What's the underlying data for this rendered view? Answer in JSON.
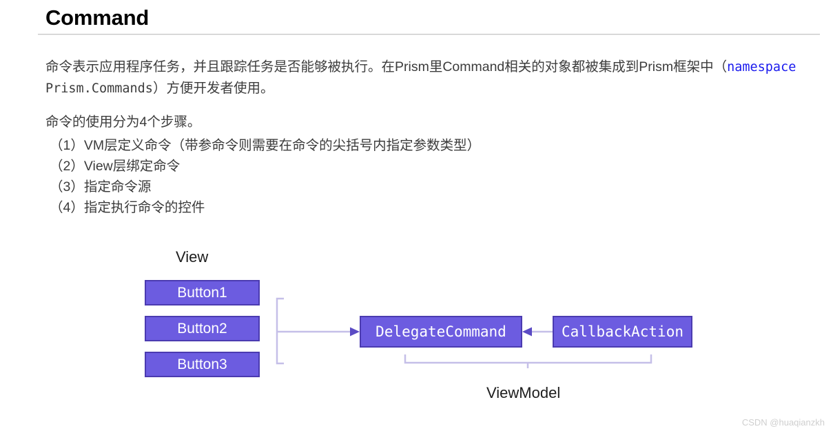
{
  "header": {
    "title": "Command"
  },
  "intro": {
    "line1_a": "命令表示应用程序任务，并且跟踪任务是否能够被执行。在Prism里Command相关的对象都被集成到Prism框架中（",
    "keyword": "namespace",
    "line1_b": " Prism.Commands",
    "line1_c": "）方便开发者使用。"
  },
  "steps": {
    "intro": "命令的使用分为4个步骤。",
    "items": [
      "（1）VM层定义命令（带参命令则需要在命令的尖括号内指定参数类型）",
      "（2）View层绑定命令",
      "（3）指定命令源",
      "（4）指定执行命令的控件"
    ]
  },
  "diagram": {
    "view_label": "View",
    "viewmodel_label": "ViewModel",
    "buttons": [
      "Button1",
      "Button2",
      "Button3"
    ],
    "delegate_command": "DelegateCommand",
    "callback_action": "CallbackAction",
    "colors": {
      "node_fill": "#6c5ce0",
      "node_border": "#4b3bb0",
      "connector": "#c5bfe8",
      "arrow_head": "#5b4bc4",
      "keyword_blue": "#1a1aee"
    }
  },
  "watermark": "CSDN @huaqianzkh"
}
